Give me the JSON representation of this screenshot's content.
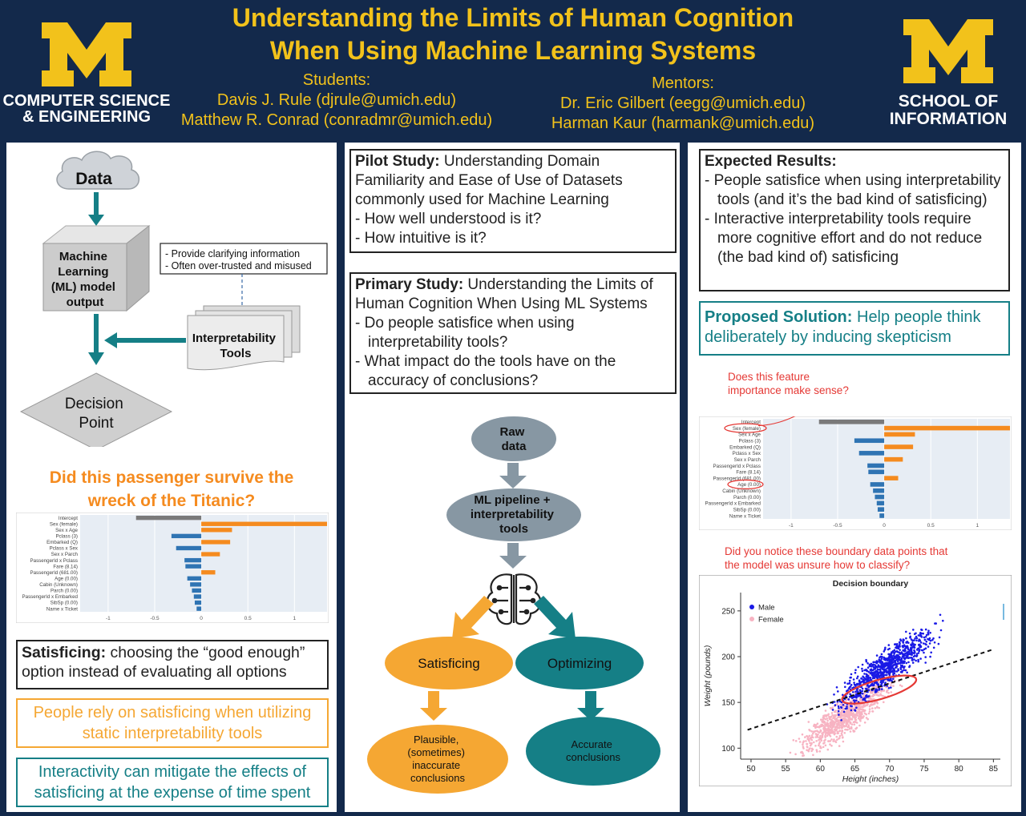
{
  "header": {
    "title_line1": "Understanding the Limits of Human Cognition",
    "title_line2": "When Using Machine Learning Systems",
    "left_logo_line1": "COMPUTER SCIENCE",
    "left_logo_line2": "& ENGINEERING",
    "right_logo_line1": "SCHOOL OF",
    "right_logo_line2": "INFORMATION",
    "students_label": "Students:",
    "student1": "Davis J. Rule (djrule@umich.edu)",
    "student2": "Matthew R. Conrad (conradmr@umich.edu)",
    "mentors_label": "Mentors:",
    "mentor1": "Dr. Eric Gilbert (eegg@umich.edu)",
    "mentor2": "Harman Kaur (harmank@umich.edu)"
  },
  "left": {
    "flow": {
      "data": "Data",
      "model_l1": "Machine",
      "model_l2": "Learning",
      "model_l3": "(ML) model",
      "model_l4": "output",
      "note1": "- Provide clarifying information",
      "note2": "- Often over-trusted and misused",
      "tools_l1": "Interpretability",
      "tools_l2": "Tools",
      "decision_l1": "Decision",
      "decision_l2": "Point"
    },
    "question_l1": "Did this passenger survive the",
    "question_l2": "wreck of the Titanic?",
    "satisficing_term": "Satisficing:",
    "satisficing_def_l1": " choosing the “good enough”",
    "satisficing_def_l2": "option instead of evaluating all options",
    "orange_box_l1": "People rely on satisficing when utilizing",
    "orange_box_l2": "static interpretability tools",
    "teal_box_l1": "Interactivity can mitigate the effects of",
    "teal_box_l2": "satisficing at the expense of time spent"
  },
  "middle": {
    "pilot_title": "Pilot Study:",
    "pilot_l1": " Understanding Domain",
    "pilot_l2": "Familiarity and Ease of Use of Datasets",
    "pilot_l3": "commonly used for Machine Learning",
    "pilot_q1": "- How well understood is it?",
    "pilot_q2": "- How intuitive is it?",
    "primary_title": "Primary Study:",
    "primary_l1": " Understanding the Limits of",
    "primary_l2": "Human Cognition When Using ML Systems",
    "primary_q1": "- Do people satisfice when using interpretability tools?",
    "primary_q2": "- What impact do the tools have on the accuracy of conclusions?",
    "flow": {
      "raw_l1": "Raw",
      "raw_l2": "data",
      "pipe_l1": "ML pipeline +",
      "pipe_l2": "interpretability",
      "pipe_l3": "tools",
      "satisficing": "Satisficing",
      "optimizing": "Optimizing",
      "plausible_l1": "Plausible,",
      "plausible_l2": "(sometimes)",
      "plausible_l3": "inaccurate",
      "plausible_l4": "conclusions",
      "accurate_l1": "Accurate",
      "accurate_l2": "conclusions"
    }
  },
  "right": {
    "expected_title": "Expected Results:",
    "expected_1": "- People satisfice when using interpretability tools (and it’s the bad kind of satisficing)",
    "expected_2": "- Interactive interpretability tools require more cognitive effort and do not reduce (the bad kind of) satisficing",
    "solution_title": "Proposed Solution:",
    "solution_text": " Help people think deliberately by inducing skepticism",
    "annot1_l1": "Does this feature",
    "annot1_l2": "importance make sense?",
    "annot2_l1": "Did you notice these boundary data points that",
    "annot2_l2": "the model was unsure how to classify?"
  },
  "colors": {
    "navy": "#13294b",
    "maize": "#f2c21b",
    "orange": "#f5a733",
    "teal": "#157f86",
    "gray_node": "#8797a3",
    "bar_orange": "#f58b1f",
    "bar_blue": "#2f74b3",
    "annotation_red": "#e53935"
  },
  "chart_data": [
    {
      "type": "bar",
      "orientation": "horizontal",
      "categories": [
        "Intercept",
        "Sex (female)",
        "Sex x Age",
        "Pclass (3)",
        "Embarked (Q)",
        "Pclass x Sex",
        "Sex x Parch",
        "PassengerId x Pclass",
        "Fare (8.14)",
        "PassengerId (681.00)",
        "Age (0.00)",
        "Cabin (Unknown)",
        "Parch (0.00)",
        "PassengerId x Embarked",
        "SibSp (0.00)",
        "Name x Ticket"
      ],
      "values": [
        -0.7,
        1.35,
        0.33,
        -0.32,
        0.31,
        -0.27,
        0.2,
        -0.18,
        -0.17,
        0.15,
        -0.15,
        -0.12,
        -0.1,
        -0.08,
        -0.07,
        -0.05
      ],
      "xticks": [
        "-1",
        "-0.5",
        "0",
        "0.5",
        "1"
      ],
      "xlim": [
        -1.3,
        1.35
      ]
    },
    {
      "type": "bar",
      "orientation": "horizontal",
      "categories": [
        "Intercept",
        "Sex (female)",
        "Sex x Age",
        "Pclass (3)",
        "Embarked (Q)",
        "Pclass x Sex",
        "Sex x Parch",
        "PassengerId x Pclass",
        "Fare (8.14)",
        "PassengerId (681.00)",
        "Age (0.00)",
        "Cabin (Unknown)",
        "Parch (0.00)",
        "PassengerId x Embarked",
        "SibSp (0.00)",
        "Name x Ticket"
      ],
      "values": [
        -0.7,
        1.35,
        0.33,
        -0.32,
        0.31,
        -0.27,
        0.2,
        -0.18,
        -0.17,
        0.15,
        -0.15,
        -0.12,
        -0.1,
        -0.08,
        -0.07,
        -0.05
      ],
      "xticks": [
        "-1",
        "-0.5",
        "0",
        "0.5",
        "1"
      ],
      "xlim": [
        -1.3,
        1.35
      ]
    },
    {
      "type": "scatter",
      "title": "Decision boundary",
      "xlabel": "Height (inches)",
      "ylabel": "Weight (pounds)",
      "xlim": [
        48.5,
        86
      ],
      "ylim": [
        88,
        270
      ],
      "xticks": [
        50,
        55,
        60,
        65,
        70,
        75,
        80,
        85
      ],
      "yticks": [
        100,
        150,
        200,
        250
      ],
      "legend_position": "top-left",
      "series": [
        {
          "name": "Male",
          "color": "#1a1ae6",
          "center": [
            69.5,
            188
          ],
          "spread": [
            3.3,
            16
          ]
        },
        {
          "name": "Female",
          "color": "#f7b3c2",
          "center": [
            63.8,
            136
          ],
          "spread": [
            3.0,
            16
          ]
        }
      ],
      "boundary_line": {
        "x": [
          49.5,
          85
        ],
        "y": [
          120,
          208
        ]
      }
    }
  ]
}
